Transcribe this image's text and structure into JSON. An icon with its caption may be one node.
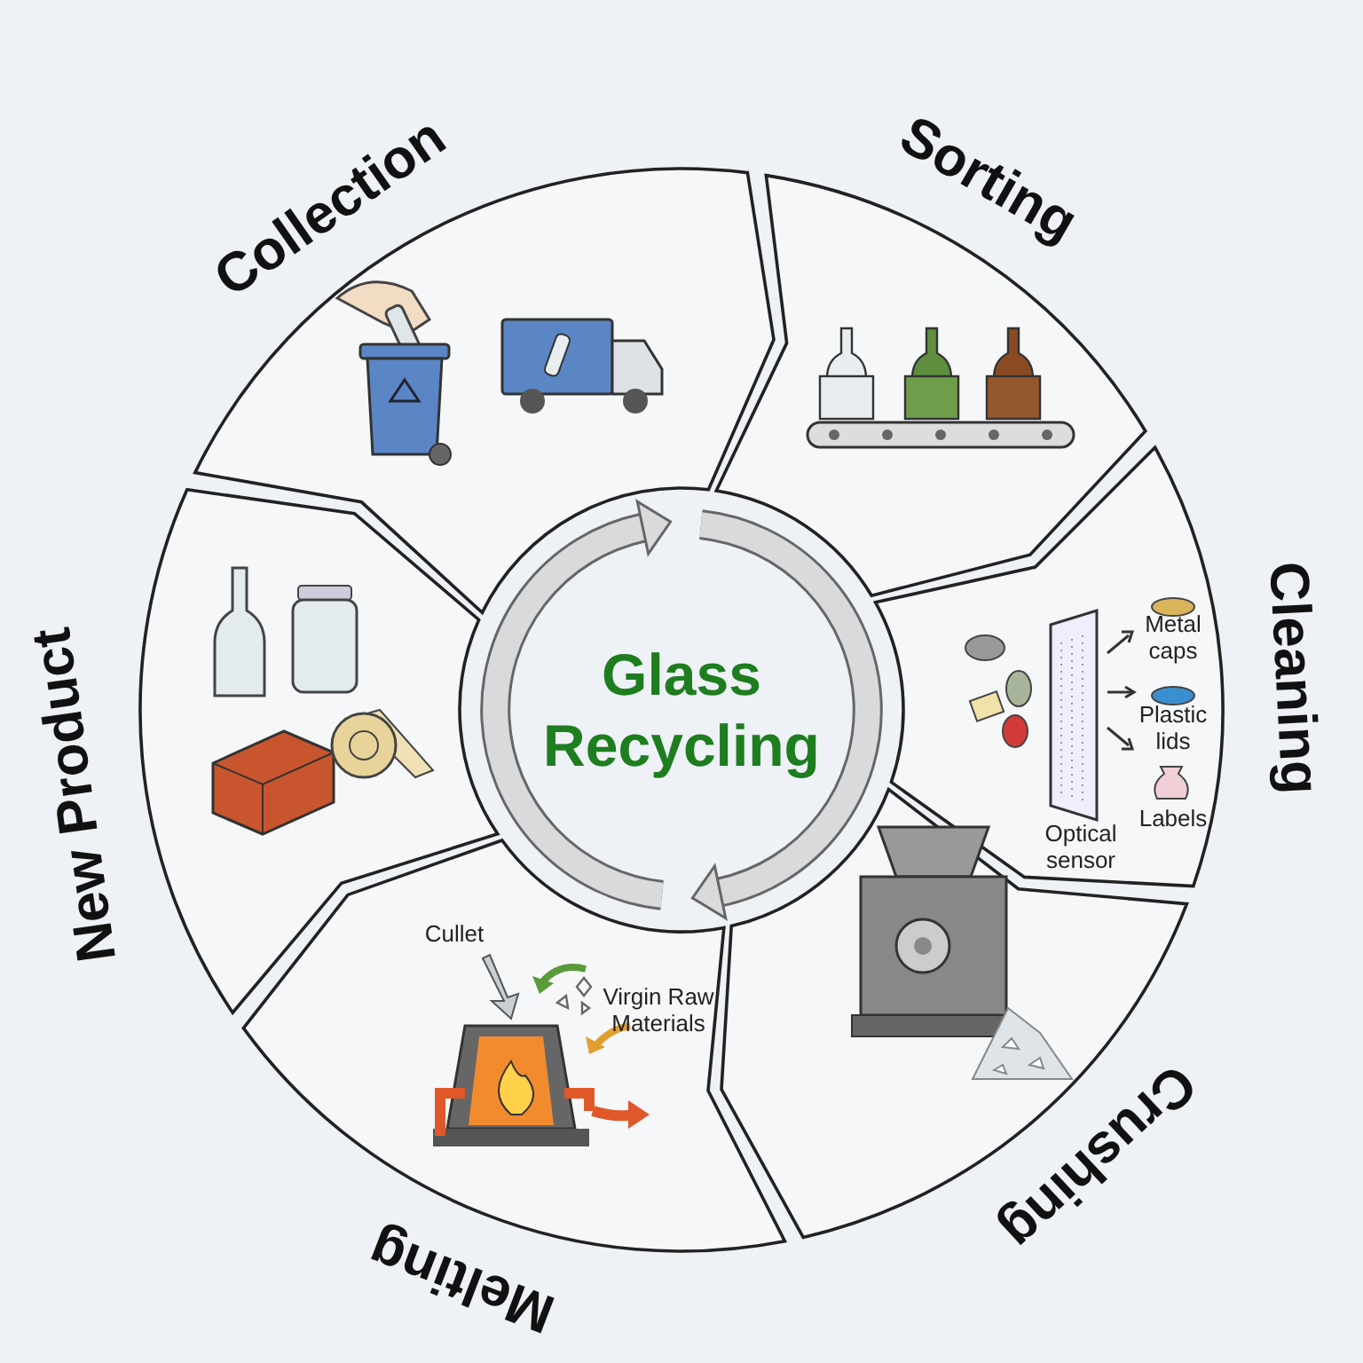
{
  "diagram": {
    "nodes": [
      {
        "text": [
          "Glass Recycling"
        ]
      },
      {
        "text": [
          "Collection"
        ]
      },
      {
        "text": [
          "Sorting"
        ]
      },
      {
        "text": [
          "Cleaning",
          "Metal caps",
          "Plastic lids",
          "Optical sensor",
          "Labels"
        ]
      },
      {
        "text": [
          "Crushing"
        ]
      },
      {
        "text": [
          "Melting",
          "Cullet",
          "Virgin Raw Materials"
        ]
      },
      {
        "text": [
          "New Product"
        ]
      }
    ]
  }
}
